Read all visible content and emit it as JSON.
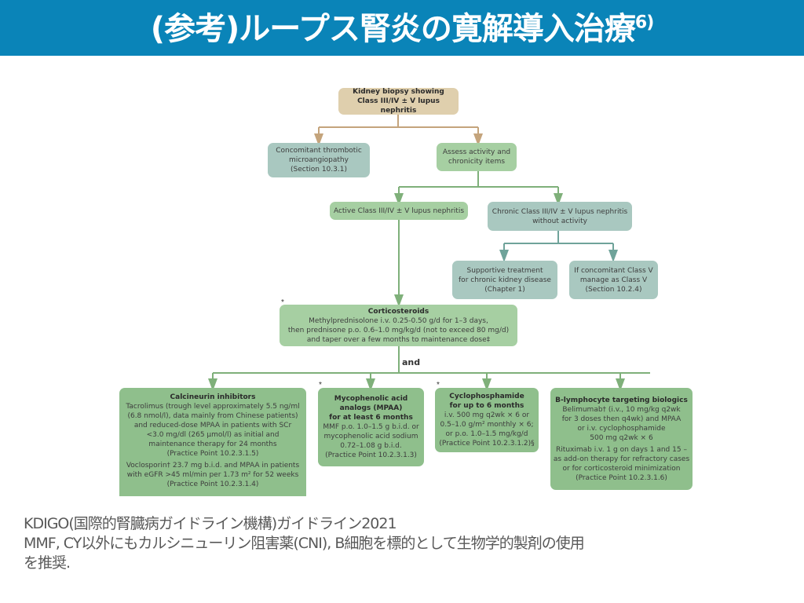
{
  "header": {
    "title": "(参考)ループス腎炎の寛解導入治療",
    "title_ref": "6)"
  },
  "flowchart": {
    "root": {
      "line1": "Kidney biopsy showing",
      "line2": "Class III/IV ± V lupus nephritis"
    },
    "tma": {
      "line1": "Concomitant thrombotic",
      "line2": "microangiopathy",
      "line3": "(Section 10.3.1)"
    },
    "assess": {
      "line1": "Assess activity and",
      "line2": "chronicity items"
    },
    "active": {
      "line1": "Active Class III/IV ± V lupus nephritis"
    },
    "chronic": {
      "line1": "Chronic Class III/IV ± V lupus nephritis",
      "line2": "without activity"
    },
    "supportive": {
      "line1": "Supportive treatment",
      "line2": "for chronic kidney disease",
      "line3": "(Chapter 1)"
    },
    "classv": {
      "line1": "If concomitant Class V",
      "line2": "manage as Class V",
      "line3": "(Section 10.2.4)"
    },
    "corticosteroids": {
      "title": "Corticosteroids",
      "line1": "Methylprednisolone i.v. 0.25-0.50 g/d for 1–3 days,",
      "line2": "then prednisone p.o. 0.6–1.0 mg/kg/d (not to exceed 80 mg/d)",
      "line3": "and taper over a few months to maintenance dose‡"
    },
    "and_label": "and",
    "star": "*",
    "cni": {
      "title": "Calcineurin inhibitors",
      "lines": [
        "Tacrolimus (trough level approximately 5.5 ng/ml",
        "(6.8 nmol/l), data mainly from Chinese patients)",
        "and reduced-dose MPAA in patients with SCr",
        "<3.0 mg/dl (265 μmol/l) as initial and",
        "maintenance therapy for 24 months",
        "(Practice Point 10.2.3.1.5)"
      ],
      "lines2": [
        "Voclosporin† 23.7 mg b.i.d. and MPAA in patients",
        "with eGFR >45 ml/min per 1.73 m² for 52 weeks",
        "(Practice Point 10.2.3.1.4)"
      ]
    },
    "mpaa": {
      "title1": "Mycophenolic acid",
      "title2": "analogs (MPAA)",
      "title3": "for at least 6 months",
      "lines": [
        "MMF p.o. 1.0–1.5 g b.i.d. or",
        "mycophenolic acid sodium",
        "0.72–1.08 g b.i.d.",
        "(Practice Point 10.2.3.1.3)"
      ]
    },
    "cyclo": {
      "title1": "Cyclophosphamide",
      "title2": "for up to 6 months",
      "lines": [
        "i.v. 500 mg q2wk × 6 or",
        "0.5–1.0 g/m² monthly × 6;",
        "or p.o. 1.0–1.5 mg/kg/d",
        "(Practice Point 10.2.3.1.2)§"
      ]
    },
    "bcell": {
      "title": "B-lymphocyte targeting biologics",
      "lines": [
        "Belimumab† (i.v., 10 mg/kg q2wk",
        "for 3 doses then q4wk) and MPAA",
        "or i.v. cyclophosphamide",
        "500 mg q2wk × 6"
      ],
      "lines2": [
        "Rituximab i.v. 1 g on days 1 and 15 –",
        "as add-on therapy for refractory cases",
        "or for corticosteroid minimization",
        "(Practice Point 10.2.3.1.6)"
      ]
    },
    "colors": {
      "tan": "#dfcfad",
      "teal": "#a9c8c0",
      "green": "#a6cfa2",
      "green_dark": "#8fbf8c",
      "arrow_tan": "#c4a47c",
      "arrow_green": "#7fb07a",
      "arrow_teal": "#6fa39a"
    }
  },
  "caption": {
    "line1": "KDIGO(国際的腎臓病ガイドライン機構)ガイドライン2021",
    "line2": "MMF, CY以外にもカルシニューリン阻害薬(CNI), B細胞を標的として生物学的製剤の使用",
    "line3": "を推奨."
  }
}
